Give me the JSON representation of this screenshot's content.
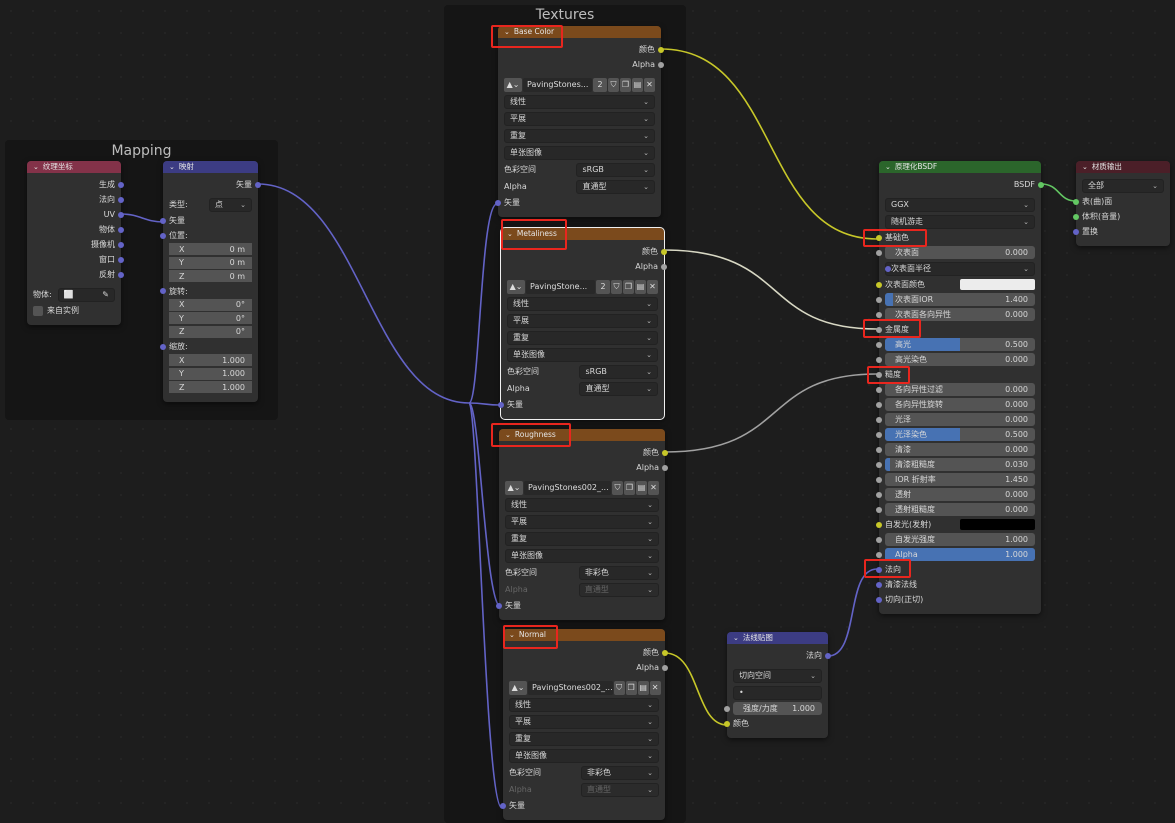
{
  "frames": {
    "mapping": "Mapping",
    "textures": "Textures"
  },
  "socket_colors": {
    "vector": "#6363c7",
    "color": "#c7c729",
    "float": "#a1a1a1",
    "shader": "#63c763"
  },
  "nodes": [
    {
      "id": "texcoord",
      "title": "纹理坐标",
      "header_color": "#833249",
      "rows": [
        {
          "t": "out",
          "label": "生成",
          "s": "vector"
        },
        {
          "t": "out",
          "label": "法向",
          "s": "vector"
        },
        {
          "t": "out",
          "label": "UV",
          "s": "vector"
        },
        {
          "t": "out",
          "label": "物体",
          "s": "vector"
        },
        {
          "t": "out",
          "label": "摄像机",
          "s": "vector"
        },
        {
          "t": "out",
          "label": "窗口",
          "s": "vector"
        },
        {
          "t": "out",
          "label": "反射",
          "s": "vector"
        },
        {
          "t": "sp"
        },
        {
          "t": "obj",
          "label": "物体:"
        },
        {
          "t": "check",
          "label": "来自实例"
        }
      ]
    },
    {
      "id": "mapping",
      "title": "映射",
      "header_color": "#3c3c83",
      "rows": [
        {
          "t": "out",
          "label": "矢量",
          "s": "vector"
        },
        {
          "t": "sp"
        },
        {
          "t": "sel",
          "label": "类型:",
          "value": "点"
        },
        {
          "t": "in",
          "label": "矢量",
          "s": "vector"
        },
        {
          "t": "in",
          "label": "位置:",
          "s": "vector"
        },
        {
          "t": "fld",
          "c": true,
          "label": "X",
          "value": "0 m"
        },
        {
          "t": "fld",
          "c": true,
          "label": "Y",
          "value": "0 m"
        },
        {
          "t": "fld",
          "c": true,
          "label": "Z",
          "value": "0 m"
        },
        {
          "t": "in",
          "label": "旋转:",
          "s": "vector"
        },
        {
          "t": "fld",
          "c": true,
          "label": "X",
          "value": "0°"
        },
        {
          "t": "fld",
          "c": true,
          "label": "Y",
          "value": "0°"
        },
        {
          "t": "fld",
          "c": true,
          "label": "Z",
          "value": "0°"
        },
        {
          "t": "in",
          "label": "缩放:",
          "s": "vector"
        },
        {
          "t": "fld",
          "c": true,
          "label": "X",
          "value": "1.000"
        },
        {
          "t": "fld",
          "c": true,
          "label": "Y",
          "value": "1.000"
        },
        {
          "t": "fld",
          "c": true,
          "label": "Z",
          "value": "1.000"
        }
      ]
    },
    {
      "id": "basecolor",
      "title": "Base Color",
      "header_color": "#7b4a1c",
      "rows": [
        {
          "t": "out",
          "label": "颜色",
          "s": "color"
        },
        {
          "t": "out",
          "label": "Alpha",
          "s": "float"
        },
        {
          "t": "sp"
        },
        {
          "t": "img",
          "name": "PavingStones...",
          "users": "2"
        },
        {
          "t": "sel",
          "value": "线性"
        },
        {
          "t": "sel",
          "value": "平展"
        },
        {
          "t": "sel",
          "value": "重复"
        },
        {
          "t": "sel",
          "value": "单张图像"
        },
        {
          "t": "sel",
          "label": "色彩空间",
          "value": "sRGB"
        },
        {
          "t": "sel",
          "label": "Alpha",
          "value": "直通型"
        },
        {
          "t": "in",
          "label": "矢量",
          "s": "vector"
        }
      ]
    },
    {
      "id": "metal",
      "title": "Metaliness",
      "header_color": "#7b4a1c",
      "selected": true,
      "rows": [
        {
          "t": "out",
          "label": "颜色",
          "s": "color"
        },
        {
          "t": "out",
          "label": "Alpha",
          "s": "float"
        },
        {
          "t": "sp"
        },
        {
          "t": "img",
          "name": "PavingStone...",
          "users": "2"
        },
        {
          "t": "sel",
          "value": "线性"
        },
        {
          "t": "sel",
          "value": "平展"
        },
        {
          "t": "sel",
          "value": "重复"
        },
        {
          "t": "sel",
          "value": "单张图像"
        },
        {
          "t": "sel",
          "label": "色彩空间",
          "value": "sRGB"
        },
        {
          "t": "sel",
          "label": "Alpha",
          "value": "直通型"
        },
        {
          "t": "in",
          "label": "矢量",
          "s": "vector"
        }
      ]
    },
    {
      "id": "rough",
      "title": "Roughness",
      "header_color": "#7b4a1c",
      "rows": [
        {
          "t": "out",
          "label": "颜色",
          "s": "color"
        },
        {
          "t": "out",
          "label": "Alpha",
          "s": "float"
        },
        {
          "t": "sp"
        },
        {
          "t": "img",
          "name": "PavingStones002_..."
        },
        {
          "t": "sel",
          "value": "线性"
        },
        {
          "t": "sel",
          "value": "平展"
        },
        {
          "t": "sel",
          "value": "重复"
        },
        {
          "t": "sel",
          "value": "单张图像"
        },
        {
          "t": "sel",
          "label": "色彩空间",
          "value": "非彩色"
        },
        {
          "t": "sel",
          "label": "Alpha",
          "value": "直通型",
          "disabled": true
        },
        {
          "t": "in",
          "label": "矢量",
          "s": "vector"
        }
      ]
    },
    {
      "id": "normaltex",
      "title": "Normal",
      "header_color": "#7b4a1c",
      "rows": [
        {
          "t": "out",
          "label": "颜色",
          "s": "color"
        },
        {
          "t": "out",
          "label": "Alpha",
          "s": "float"
        },
        {
          "t": "sp"
        },
        {
          "t": "img",
          "name": "PavingStones002_..."
        },
        {
          "t": "sel",
          "value": "线性"
        },
        {
          "t": "sel",
          "value": "平展"
        },
        {
          "t": "sel",
          "value": "重复"
        },
        {
          "t": "sel",
          "value": "单张图像"
        },
        {
          "t": "sel",
          "label": "色彩空间",
          "value": "非彩色"
        },
        {
          "t": "sel",
          "label": "Alpha",
          "value": "直通型",
          "disabled": true
        },
        {
          "t": "in",
          "label": "矢量",
          "s": "vector"
        }
      ]
    },
    {
      "id": "normalmap",
      "title": "法线贴图",
      "header_color": "#3c3c83",
      "rows": [
        {
          "t": "out",
          "label": "法向",
          "s": "vector"
        },
        {
          "t": "sp"
        },
        {
          "t": "sel",
          "value": "切向空间"
        },
        {
          "t": "text",
          "value": "•"
        },
        {
          "t": "fld",
          "label": "强度/力度",
          "value": "1.000",
          "s": "float"
        },
        {
          "t": "in",
          "label": "颜色",
          "s": "color"
        }
      ]
    },
    {
      "id": "bsdf",
      "title": "原理化BSDF",
      "header_color": "#2b652b",
      "rows": [
        {
          "t": "out",
          "label": "BSDF",
          "s": "shader"
        },
        {
          "t": "sp"
        },
        {
          "t": "sel",
          "value": "GGX"
        },
        {
          "t": "sel",
          "value": "随机游走"
        },
        {
          "t": "in",
          "label": "基础色",
          "s": "color"
        },
        {
          "t": "fld",
          "label": "次表面",
          "value": "0.000",
          "s": "float"
        },
        {
          "t": "sel",
          "value": "次表面半径",
          "s": "vector"
        },
        {
          "t": "col",
          "label": "次表面颜色",
          "swatch": "#ececec",
          "s": "color"
        },
        {
          "t": "fld",
          "label": "次表面IOR",
          "value": "1.400",
          "s": "float",
          "fill": 0.05
        },
        {
          "t": "fld",
          "label": "次表面各向异性",
          "value": "0.000",
          "s": "float"
        },
        {
          "t": "in",
          "label": "金属度",
          "s": "float"
        },
        {
          "t": "fld",
          "label": "高光",
          "value": "0.500",
          "s": "float",
          "fill": 0.5
        },
        {
          "t": "fld",
          "label": "高光染色",
          "value": "0.000",
          "s": "float"
        },
        {
          "t": "in",
          "label": "糙度",
          "s": "float"
        },
        {
          "t": "fld",
          "label": "各向异性过滤",
          "value": "0.000",
          "s": "float"
        },
        {
          "t": "fld",
          "label": "各向异性旋转",
          "value": "0.000",
          "s": "float"
        },
        {
          "t": "fld",
          "label": "光泽",
          "value": "0.000",
          "s": "float"
        },
        {
          "t": "fld",
          "label": "光泽染色",
          "value": "0.500",
          "s": "float",
          "fill": 0.5
        },
        {
          "t": "fld",
          "label": "清漆",
          "value": "0.000",
          "s": "float"
        },
        {
          "t": "fld",
          "label": "清漆粗糙度",
          "value": "0.030",
          "s": "float",
          "fill": 0.03
        },
        {
          "t": "fld",
          "label": "IOR 折射率",
          "value": "1.450",
          "s": "float"
        },
        {
          "t": "fld",
          "label": "透射",
          "value": "0.000",
          "s": "float"
        },
        {
          "t": "fld",
          "label": "透射粗糙度",
          "value": "0.000",
          "s": "float"
        },
        {
          "t": "col",
          "label": "自发光(发射)",
          "swatch": "#000000",
          "s": "color"
        },
        {
          "t": "fld",
          "label": "自发光强度",
          "value": "1.000",
          "s": "float"
        },
        {
          "t": "fld",
          "label": "Alpha",
          "value": "1.000",
          "s": "float",
          "fill": 1
        },
        {
          "t": "in",
          "label": "法向",
          "s": "vector"
        },
        {
          "t": "in",
          "label": "清漆法线",
          "s": "vector"
        },
        {
          "t": "in",
          "label": "切向(正切)",
          "s": "vector"
        }
      ]
    },
    {
      "id": "output",
      "title": "材质输出",
      "header_color": "#4b1f28",
      "rows": [
        {
          "t": "sel",
          "value": "全部"
        },
        {
          "t": "in",
          "label": "表(曲)面",
          "s": "shader"
        },
        {
          "t": "in",
          "label": "体积(音量)",
          "s": "shader"
        },
        {
          "t": "in",
          "label": "置换",
          "s": "vector"
        }
      ]
    }
  ]
}
